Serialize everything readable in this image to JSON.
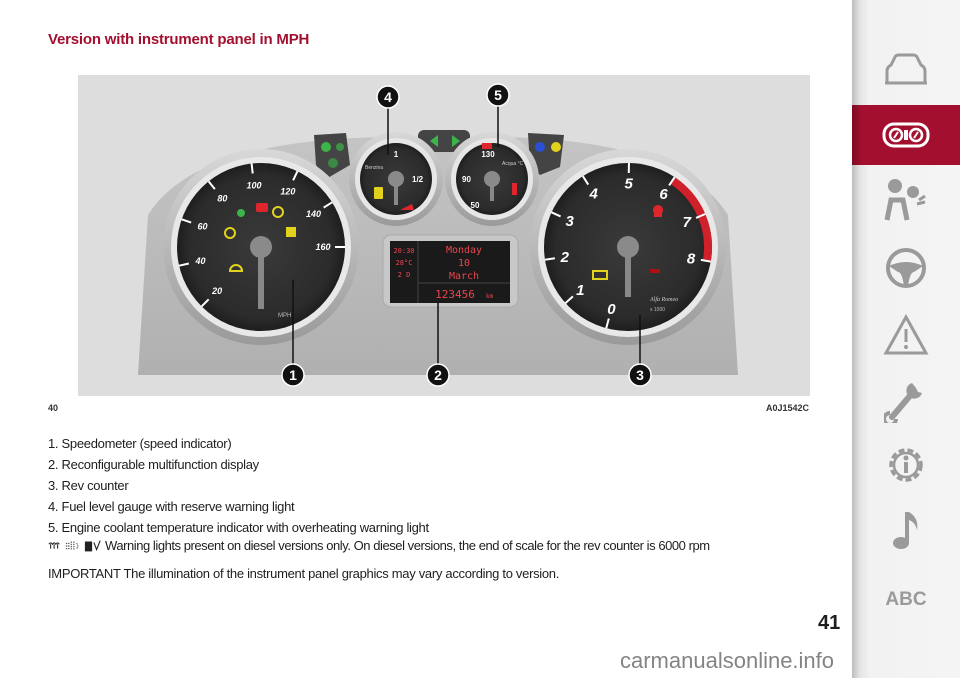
{
  "section_title": "Version with instrument panel in MPH",
  "figure": {
    "number": "40",
    "code": "A0J1542C",
    "callouts": [
      "1",
      "2",
      "3",
      "4",
      "5"
    ],
    "speedometer": {
      "ticks": [
        "20",
        "40",
        "60",
        "80",
        "100",
        "120",
        "140",
        "160"
      ],
      "unit": "MPH"
    },
    "rev_counter": {
      "ticks": [
        "0",
        "1",
        "2",
        "3",
        "4",
        "5",
        "6",
        "7",
        "8"
      ],
      "multiplier": "x 1000",
      "brand": "Alfa Romeo"
    },
    "fuel_gauge": {
      "label": "Benzina",
      "ticks": [
        "1",
        "1/2"
      ]
    },
    "temp_gauge": {
      "label": "Acqua °C",
      "ticks": [
        "50",
        "90",
        "130"
      ]
    },
    "display": {
      "time": "20:30",
      "temperature": "28°C",
      "gear": "2 D",
      "day": "Monday",
      "date": "10",
      "month": "March",
      "odometer": "123456",
      "odometer_unit": "km"
    }
  },
  "legend": [
    "1. Speedometer (speed indicator)",
    "2. Reconfigurable multifunction display",
    "3. Rev counter",
    "4. Fuel level gauge with reserve warning light",
    "5. Engine coolant temperature indicator with overheating warning light"
  ],
  "diesel_note": "Warning lights present on diesel versions only. On diesel versions, the end of scale for the rev counter is 6000 rpm",
  "diesel_icons": [
    "glow-plug-icon",
    "dpf-icon",
    "water-in-fuel-icon"
  ],
  "important_note": "IMPORTANT The illumination of the instrument panel graphics may vary according to version.",
  "sidebar": {
    "items": [
      {
        "icon": "car-icon"
      },
      {
        "icon": "instrument-panel-icon",
        "active": true
      },
      {
        "icon": "airbag-icon"
      },
      {
        "icon": "steering-wheel-icon"
      },
      {
        "icon": "warning-triangle-icon"
      },
      {
        "icon": "wrench-icon"
      },
      {
        "icon": "gear-info-icon"
      },
      {
        "icon": "music-note-icon"
      },
      {
        "icon": "abc-index",
        "label": "ABC"
      }
    ],
    "active_color": "#a3102f",
    "icon_color": "#9a9a9a"
  },
  "page_number": "41",
  "watermark": "carmanualsonline.info"
}
